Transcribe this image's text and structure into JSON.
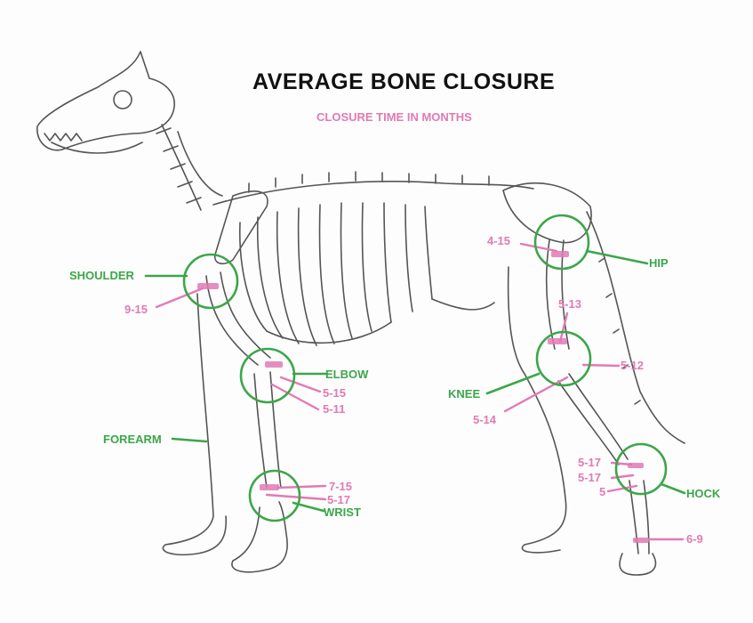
{
  "title": "AVERAGE BONE CLOSURE",
  "subtitle": "CLOSURE TIME IN MONTHS",
  "colors": {
    "label_green": "#3ca64a",
    "closure_pink": "#e27ab4",
    "bone_line": "#555555",
    "title_black": "#111111"
  },
  "joints": {
    "shoulder": "SHOULDER",
    "elbow": "ELBOW",
    "forearm": "FOREARM",
    "wrist": "WRIST",
    "hip": "HIP",
    "knee": "KNEE",
    "hock": "HOCK"
  },
  "closures": {
    "shoulder": "9-15",
    "elbow_upper": "5-15",
    "elbow_lower": "5-11",
    "wrist_upper": "7-15",
    "wrist_lower": "5-17",
    "hip": "4-15",
    "knee_upper": "5-13",
    "knee_right": "5-12",
    "knee_lower": "5-14",
    "hock_1": "5-17",
    "hock_2": "5-17",
    "hock_3": "5",
    "hock_4": "6-9"
  }
}
